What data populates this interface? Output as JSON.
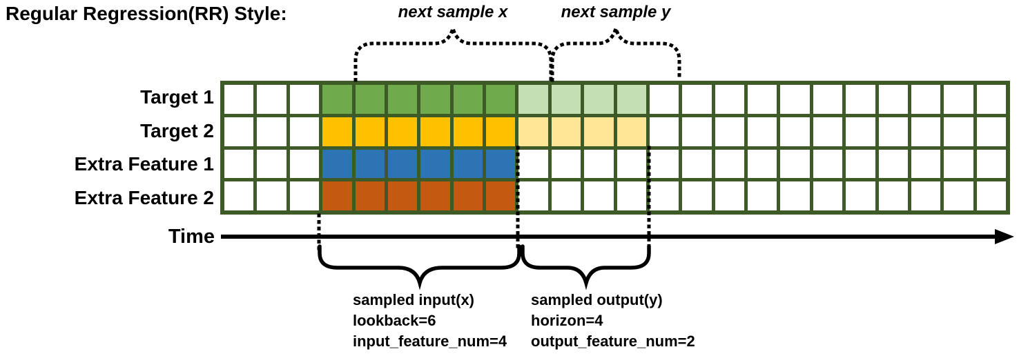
{
  "title": "Regular Regression(RR) Style:",
  "grid": {
    "columns": 24,
    "line_color": "#3e5a26",
    "empty_fill": "#ffffff",
    "rows": [
      {
        "label": "Target 1",
        "input_fill": "#6fab4c",
        "output_fill": "#c5dfb4",
        "input_range": [
          3,
          9
        ],
        "output_range": [
          9,
          13
        ]
      },
      {
        "label": "Target 2",
        "input_fill": "#ffc000",
        "output_fill": "#ffe596",
        "input_range": [
          3,
          9
        ],
        "output_range": [
          9,
          13
        ]
      },
      {
        "label": "Extra Feature 1",
        "input_fill": "#2d74b5",
        "output_fill": null,
        "input_range": [
          3,
          9
        ],
        "output_range": null
      },
      {
        "label": "Extra Feature 2",
        "input_fill": "#c35a11",
        "output_fill": null,
        "input_range": [
          3,
          9
        ],
        "output_range": null
      }
    ]
  },
  "annotations": {
    "next_sample_x": "next sample x",
    "next_sample_y": "next sample y",
    "time": "Time",
    "sampled_input": {
      "line1": "sampled input(x)",
      "line2": "lookback=6",
      "line3": "input_feature_num=4"
    },
    "sampled_output": {
      "line1": "sampled output(y)",
      "line2": "horizon=4",
      "line3": "output_feature_num=2"
    }
  },
  "stroke_color": "#000000"
}
